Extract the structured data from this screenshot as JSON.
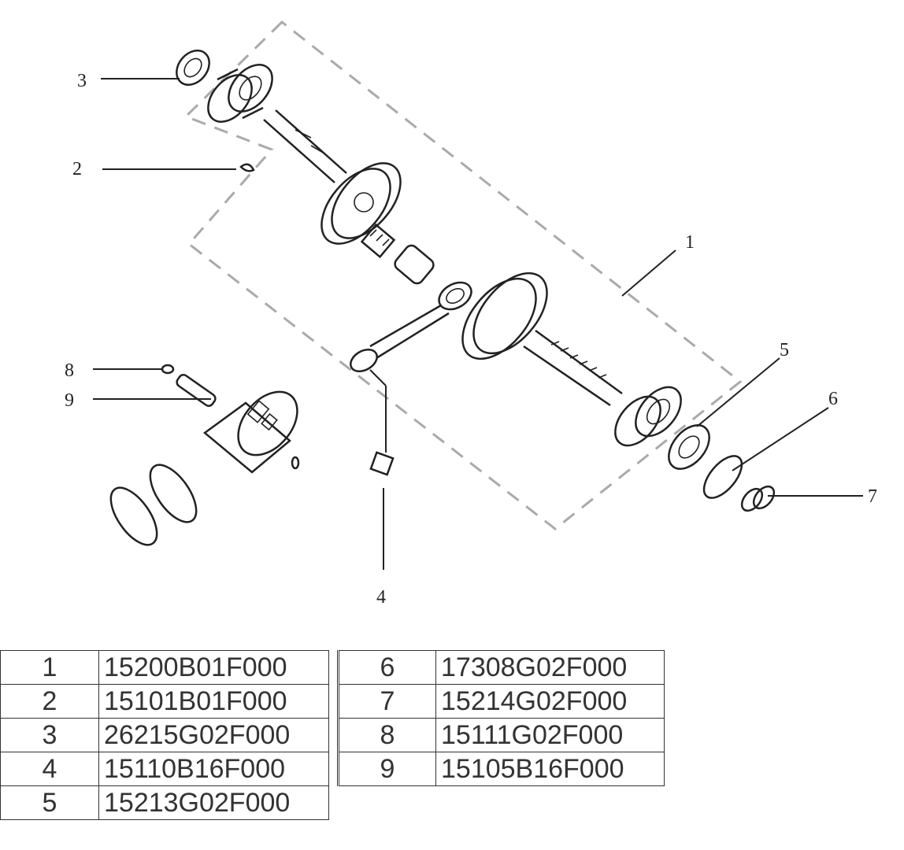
{
  "callouts": [
    {
      "label": "1"
    },
    {
      "label": "2"
    },
    {
      "label": "3"
    },
    {
      "label": "4"
    },
    {
      "label": "5"
    },
    {
      "label": "6"
    },
    {
      "label": "7"
    },
    {
      "label": "8"
    },
    {
      "label": "9"
    }
  ],
  "parts_table": {
    "left": [
      {
        "no": "1",
        "code": "15200B01F000"
      },
      {
        "no": "2",
        "code": "15101B01F000"
      },
      {
        "no": "3",
        "code": "26215G02F000"
      },
      {
        "no": "4",
        "code": "15110B16F000"
      },
      {
        "no": "5",
        "code": "15213G02F000"
      }
    ],
    "right": [
      {
        "no": "6",
        "code": "17308G02F000"
      },
      {
        "no": "7",
        "code": "15214G02F000"
      },
      {
        "no": "8",
        "code": "15111G02F000"
      },
      {
        "no": "9",
        "code": "15105B16F000"
      }
    ]
  }
}
